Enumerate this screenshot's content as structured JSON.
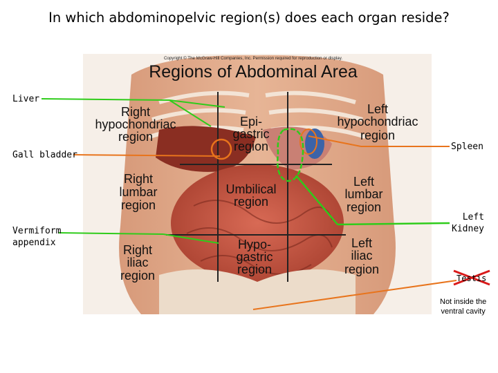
{
  "title": "In which abdominopelvic region(s) does each organ reside?",
  "diagram": {
    "copyright": "Copyright © The McGraw-Hill Companies, Inc. Permission required for reproduction or display.",
    "heading": "Regions of Abdominal Area",
    "regions": {
      "right_hypochondriac": [
        "Right",
        "hypochondriac",
        "region"
      ],
      "epigastric": [
        "Epi-",
        "gastric",
        "region"
      ],
      "left_hypochondriac": [
        "Left",
        "hypochondriac",
        "region"
      ],
      "right_lumbar": [
        "Right",
        "lumbar",
        "region"
      ],
      "umbilical": [
        "Umbilical",
        "region"
      ],
      "left_lumbar": [
        "Left",
        "lumbar",
        "region"
      ],
      "right_iliac": [
        "Right",
        "iliac",
        "region"
      ],
      "hypogastric": [
        "Hypo-",
        "gastric",
        "region"
      ],
      "left_iliac": [
        "Left",
        "iliac",
        "region"
      ]
    }
  },
  "organ_labels": {
    "liver": "Liver",
    "gall_bladder": "Gall bladder",
    "vermiform_appendix": [
      "Vermiform",
      "appendix"
    ],
    "spleen": "Spleen",
    "left_kidney": [
      "Left",
      "Kidney"
    ],
    "testis": "Testis"
  },
  "testis_note": [
    "Not inside the",
    "ventral cavity"
  ],
  "colors": {
    "green_pointer": "#2ecc1a",
    "orange_pointer": "#e8741c",
    "testis_cross": "#d91a1a"
  }
}
